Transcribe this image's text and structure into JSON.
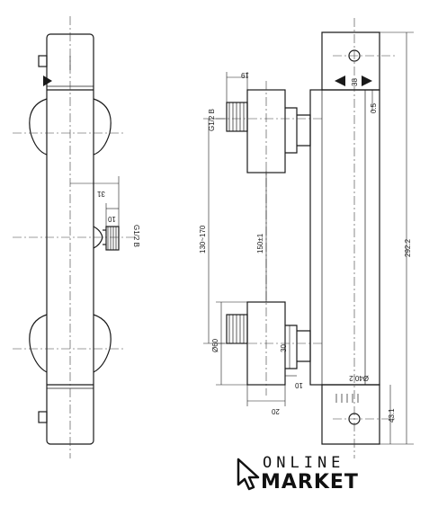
{
  "dimensions": {
    "d_19": "19",
    "d_31": "31",
    "d_10_top": "10",
    "thread_left": "G1/2 B",
    "thread_upper": "G1/2 B",
    "d_130_170": "130~170",
    "d_150": "150±1",
    "d_60": "Ø60",
    "d_30": "30",
    "d_10_bottom": "10",
    "d_20": "20",
    "d_38": "38",
    "d_0_5": "0.5",
    "d_292_2": "292.2",
    "d_40_2": "Ø40.2",
    "d_43_1": "43.1"
  },
  "logo": {
    "line1": "ONLINE",
    "line2": "MARKET"
  }
}
